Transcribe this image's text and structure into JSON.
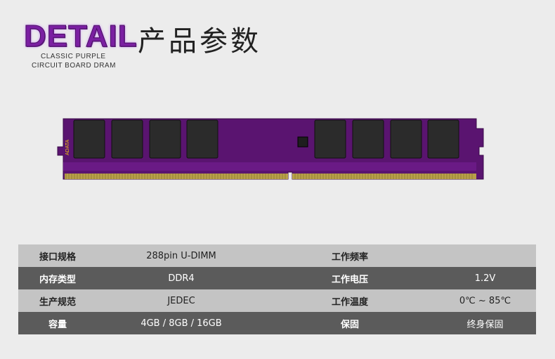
{
  "header": {
    "logo_word": "DETAIL",
    "logo_line1": "CLASSIC PURPLE",
    "logo_line2": "CIRCUIT BOARD DRAM",
    "title": "产品参数"
  },
  "module": {
    "brand": "ADATA",
    "board_color": "#5a1470",
    "chip_color": "#2b2b2b",
    "contact_color": "#b8a04a"
  },
  "specs": [
    {
      "k1": "接口规格",
      "v1": "288pin U-DIMM",
      "k2": "工作频率",
      "v2": ""
    },
    {
      "k1": "内存类型",
      "v1": "DDR4",
      "k2": "工作电压",
      "v2": "1.2V"
    },
    {
      "k1": "生产规范",
      "v1": "JEDEC",
      "k2": "工作温度",
      "v2": "0℃ ~ 85℃"
    },
    {
      "k1": "容量",
      "v1": "4GB / 8GB / 16GB",
      "k2": "保固",
      "v2": "终身保固"
    }
  ]
}
